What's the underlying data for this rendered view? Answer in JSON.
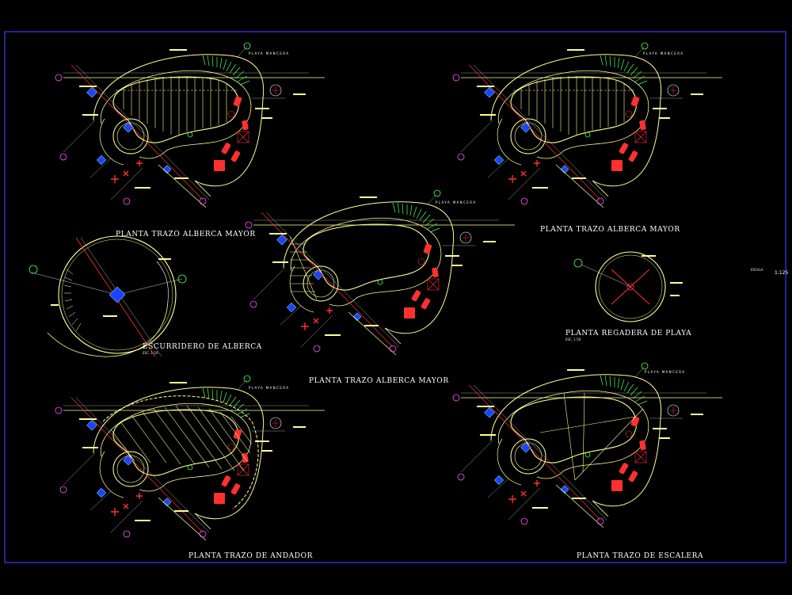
{
  "sheet": {
    "border_color": "#3b3bff",
    "scale_label": "ESCALA",
    "scale_value": "1:125"
  },
  "colors": {
    "outline": "#ffff99",
    "cyan": "#55ffff",
    "green": "#55ff55",
    "red": "#ff3030",
    "blue": "#2040ff",
    "magenta": "#ff55ff",
    "grey": "#b0b0b0",
    "white": "#ffffff"
  },
  "plans": [
    {
      "id": "p1",
      "title": "PLANTA TRAZO ALBERCA MAYOR",
      "caption": "PLAYA MANCERA",
      "variant": "hatch-v"
    },
    {
      "id": "p2",
      "title": "PLANTA TRAZO ALBERCA MAYOR",
      "caption": "PLAYA MANCERA",
      "variant": "hatch-v"
    },
    {
      "id": "p3",
      "title": "PLANTA TRAZO ALBERCA MAYOR",
      "caption": "PLAYA MANCERA",
      "variant": "steps"
    },
    {
      "id": "p4",
      "title": "PLANTA TRAZO DE ANDADOR",
      "caption": "PLAYA MANCERA",
      "variant": "hatch-d"
    },
    {
      "id": "p5",
      "title": "PLANTA TRAZO DE ESCALERA",
      "caption": "PLAYA MANCERA",
      "variant": "lines"
    }
  ],
  "details": [
    {
      "id": "d1",
      "title": "ESCURRIDERO DE ALBERCA",
      "subtitle": "ESC. 1:50"
    },
    {
      "id": "d2",
      "title": "PLANTA REGADERA DE PLAYA",
      "subtitle": "ESC. 1:50"
    }
  ]
}
